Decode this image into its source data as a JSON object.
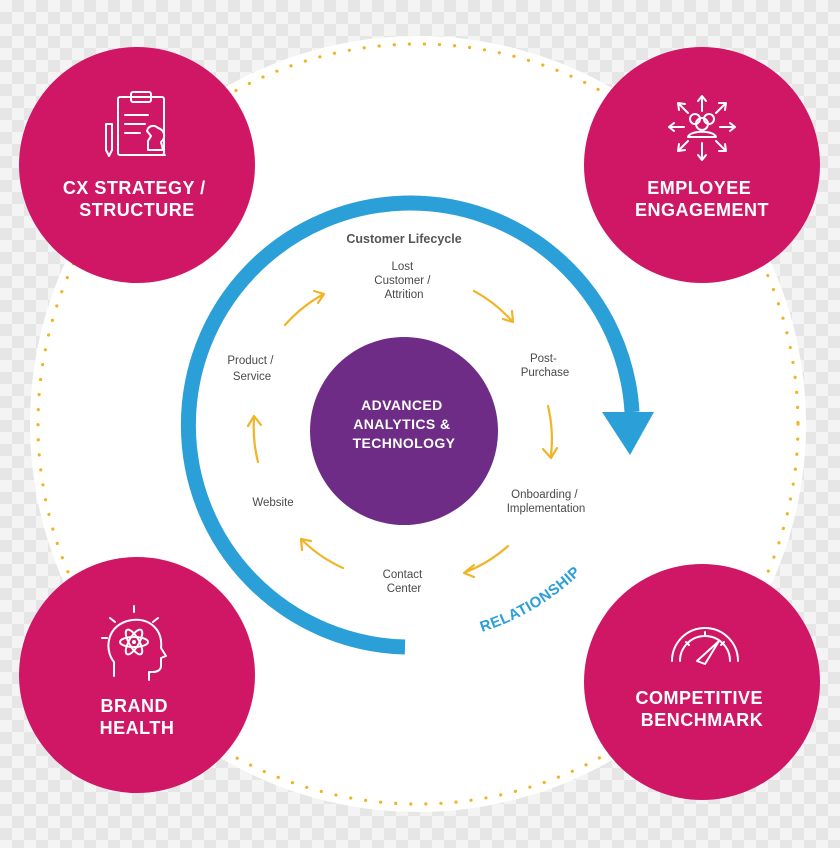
{
  "colors": {
    "pink": "#cf1765",
    "purple": "#6e2c87",
    "blue": "#2b9fd8",
    "gold": "#f0b429",
    "white": "#ffffff"
  },
  "corners": {
    "top_left": {
      "line1": "CX STRATEGY /",
      "line2": "STRUCTURE",
      "icon": "strategy-clipboard-icon"
    },
    "top_right": {
      "line1": "EMPLOYEE",
      "line2": "ENGAGEMENT",
      "icon": "team-arrows-icon"
    },
    "bottom_left": {
      "line1": "BRAND",
      "line2": "HEALTH",
      "icon": "head-atom-icon"
    },
    "bottom_right": {
      "line1": "COMPETITIVE",
      "line2": "BENCHMARK",
      "icon": "speedometer-icon"
    }
  },
  "center": {
    "line1": "ADVANCED",
    "line2": "ANALYTICS &",
    "line3": "TECHNOLOGY"
  },
  "lifecycle": {
    "title": "Customer Lifecycle",
    "stages": {
      "lost": [
        "Lost",
        "Customer /",
        "Attrition"
      ],
      "post_purchase": [
        "Post-",
        "Purchase"
      ],
      "onboarding": [
        "Onboarding /",
        "Implementation"
      ],
      "contact": [
        "Contact",
        "Center"
      ],
      "website": [
        "Website"
      ],
      "product": [
        "Product /",
        "Service"
      ]
    }
  },
  "relationship_label": "RELATIONSHIP"
}
